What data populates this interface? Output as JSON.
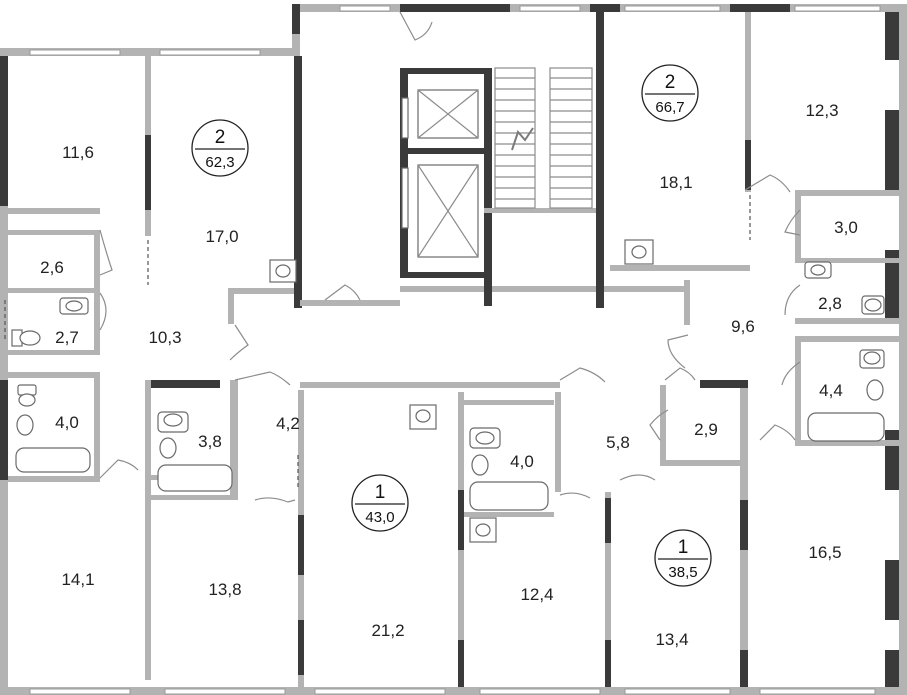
{
  "rooms": [
    {
      "id": "r116",
      "label": "11,6"
    },
    {
      "id": "r170",
      "label": "17,0"
    },
    {
      "id": "r26",
      "label": "2,6"
    },
    {
      "id": "r27",
      "label": "2,7"
    },
    {
      "id": "r103",
      "label": "10,3"
    },
    {
      "id": "r40a",
      "label": "4,0"
    },
    {
      "id": "r141",
      "label": "14,1"
    },
    {
      "id": "r38",
      "label": "3,8"
    },
    {
      "id": "r42",
      "label": "4,2"
    },
    {
      "id": "r138",
      "label": "13,8"
    },
    {
      "id": "r212",
      "label": "21,2"
    },
    {
      "id": "r40b",
      "label": "4,0"
    },
    {
      "id": "r124",
      "label": "12,4"
    },
    {
      "id": "r58",
      "label": "5,8"
    },
    {
      "id": "r29",
      "label": "2,9"
    },
    {
      "id": "r134",
      "label": "13,4"
    },
    {
      "id": "r181",
      "label": "18,1"
    },
    {
      "id": "r123",
      "label": "12,3"
    },
    {
      "id": "r30",
      "label": "3,0"
    },
    {
      "id": "r28",
      "label": "2,8"
    },
    {
      "id": "r96",
      "label": "9,6"
    },
    {
      "id": "r44",
      "label": "4,4"
    },
    {
      "id": "r165",
      "label": "16,5"
    }
  ],
  "apartments": [
    {
      "id": "a1",
      "rooms": "2",
      "area": "62,3"
    },
    {
      "id": "a2",
      "rooms": "2",
      "area": "66,7"
    },
    {
      "id": "a3",
      "rooms": "1",
      "area": "43,0"
    },
    {
      "id": "a4",
      "rooms": "1",
      "area": "38,5"
    }
  ],
  "colors": {
    "wall": "#b3b3b3",
    "dark_wall": "#3a3a3a",
    "background": "#ffffff"
  }
}
